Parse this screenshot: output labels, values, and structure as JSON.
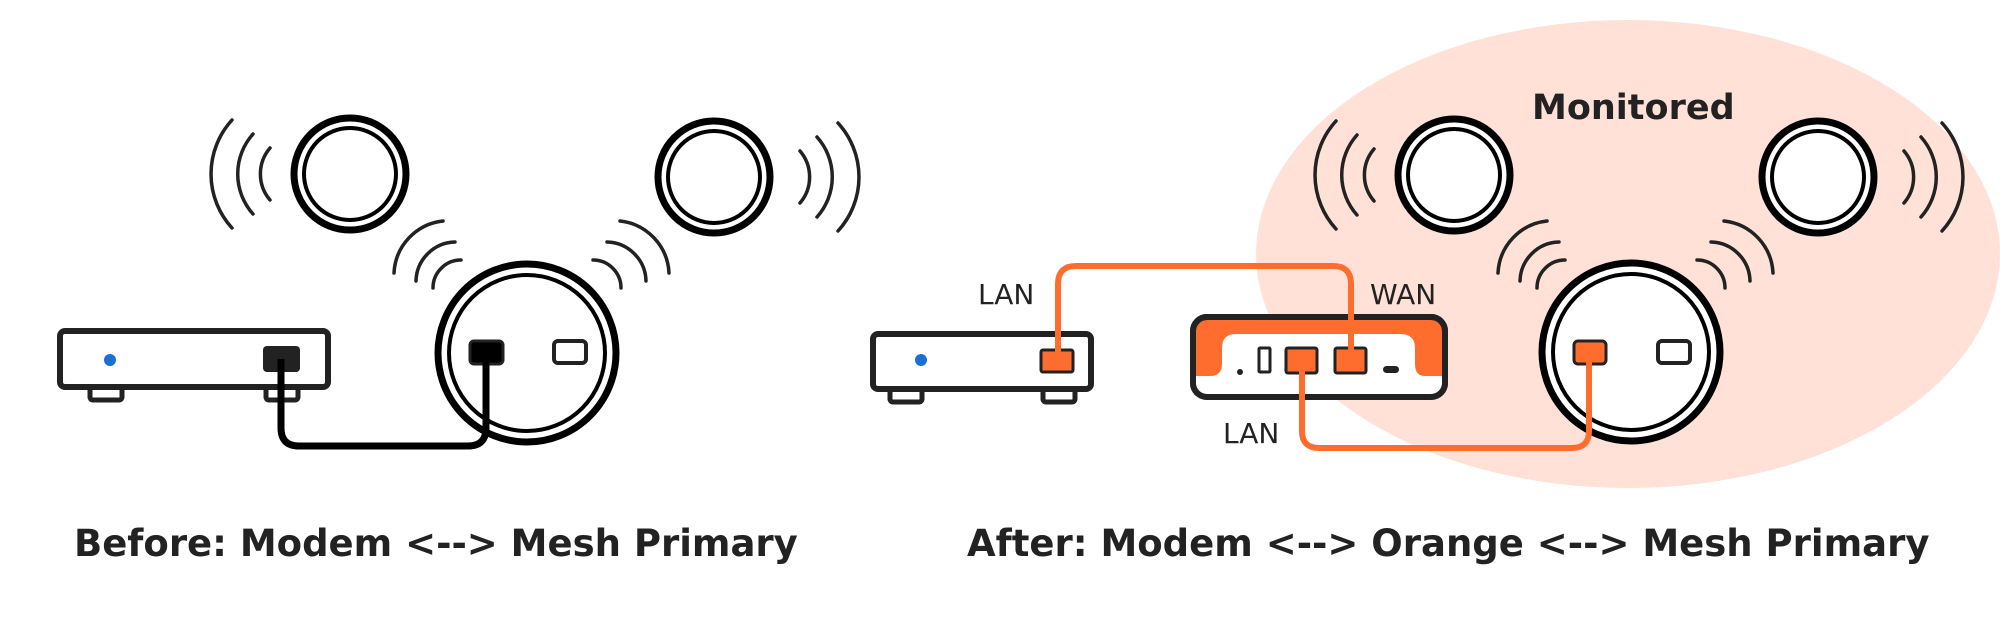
{
  "colors": {
    "accent": "#ff6d2e",
    "monitored_zone": "#ffe1d8",
    "status_led": "#1a6fd6",
    "outline": "#222222"
  },
  "before": {
    "caption": "Before: Modem <--> Mesh Primary",
    "devices": [
      "modem",
      "mesh-primary",
      "mesh-satellite-left",
      "mesh-satellite-right"
    ]
  },
  "after": {
    "caption": "After: Modem <--> Orange <--> Mesh Primary",
    "zone_label": "Monitored",
    "modem_port_label": "LAN",
    "orange_wan_label": "WAN",
    "orange_lan_label": "LAN",
    "devices": [
      "modem",
      "orange-router",
      "mesh-primary",
      "mesh-satellite-left",
      "mesh-satellite-right"
    ]
  },
  "icons": {
    "wifi_waves": "wifi-waves-icon",
    "status_led": "status-led-icon"
  }
}
